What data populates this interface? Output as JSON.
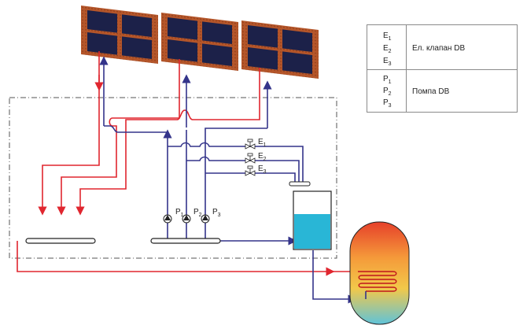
{
  "legend": {
    "valves": {
      "codes": [
        "E",
        "E",
        "E"
      ],
      "subs": [
        "1",
        "2",
        "3"
      ],
      "description": "Ел. клапан DB"
    },
    "pumps": {
      "codes": [
        "P",
        "P",
        "P"
      ],
      "subs": [
        "1",
        "2",
        "3"
      ],
      "description": "Помпа DB"
    }
  },
  "labels": {
    "e1": "E",
    "e1_sub": "1",
    "e2": "E",
    "e2_sub": "2",
    "e3": "E",
    "e3_sub": "3",
    "p1": "P",
    "p1_sub": "1",
    "p2": "P",
    "p2_sub": "2",
    "p3": "P",
    "p3_sub": "3"
  },
  "colors": {
    "hot_pipe": "#e0262f",
    "cold_pipe": "#34348a",
    "panel_frame": "#b5562a",
    "panel_cell": "#1c2149",
    "tank_water": "#29b6d6"
  }
}
